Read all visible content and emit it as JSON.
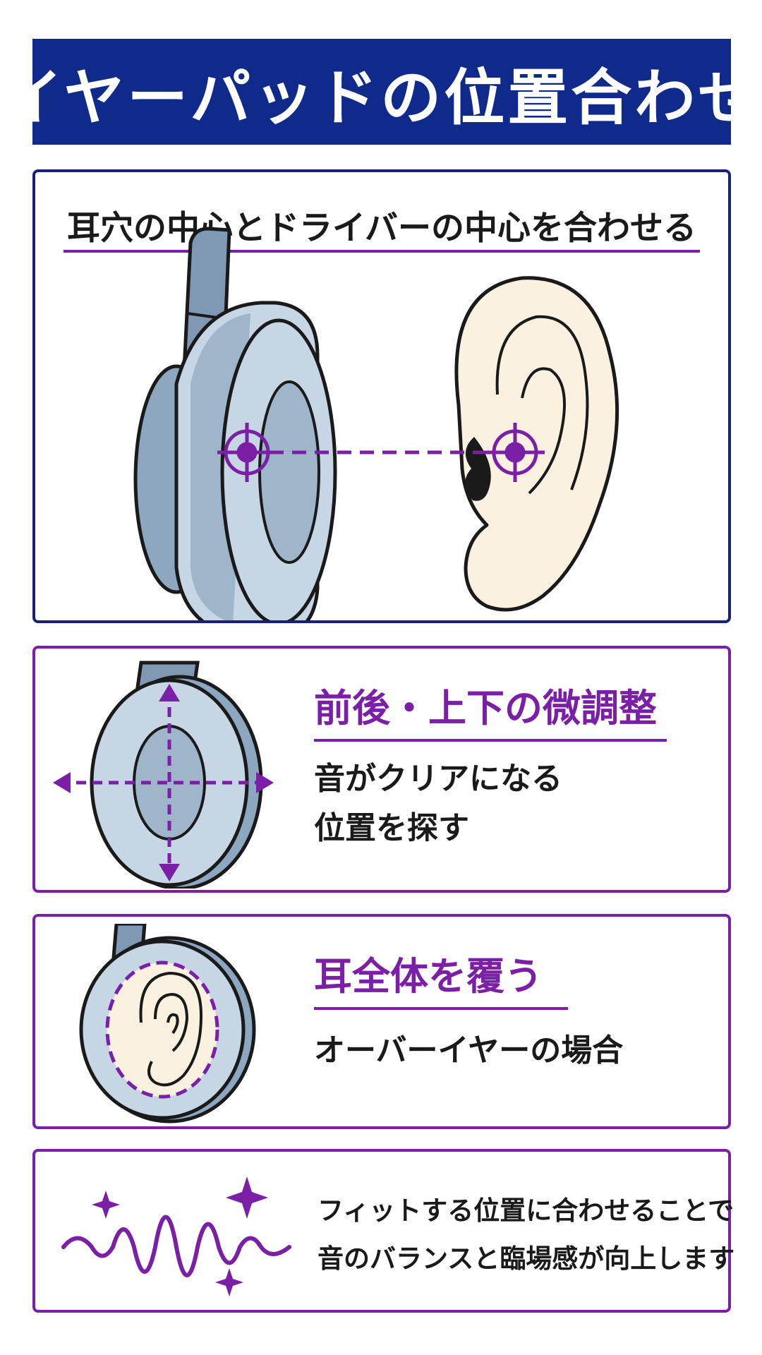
{
  "title": "イヤーパッドの位置合わせ",
  "main_section": {
    "heading": "耳穴の中心とドライバーの中心を合わせる"
  },
  "adjust_section": {
    "heading": "前後・上下の微調整",
    "body_lines": [
      "音がクリアになる",
      "位置を探す"
    ]
  },
  "cover_section": {
    "heading": "耳全体を覆う",
    "body": "オーバーイヤーの場合"
  },
  "summary_section": {
    "lines": [
      "フィットする位置に合わせることで",
      "音のバランスと臨場感が向上します"
    ]
  },
  "colors": {
    "title_bg": "#0f2a8a",
    "accent_purple": "#7a1fa6",
    "earpad_blue": "#b7c9da",
    "skin": "#fbf1e1"
  }
}
